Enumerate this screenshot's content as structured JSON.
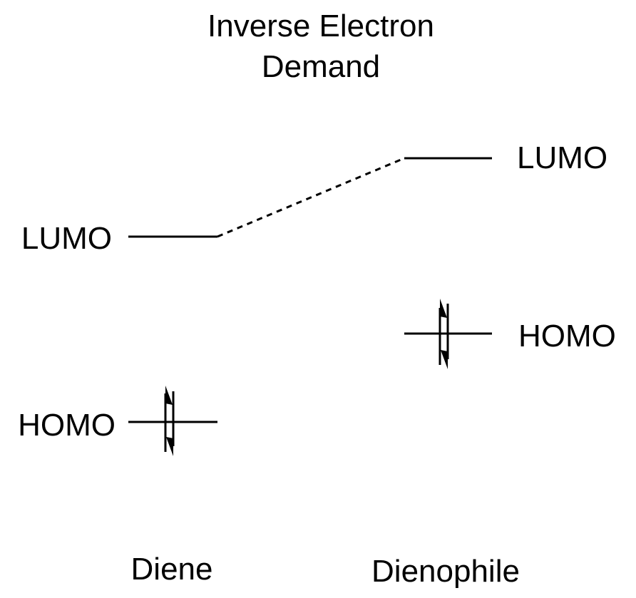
{
  "title": {
    "line1": "Inverse Electron",
    "line2": "Demand"
  },
  "diene": {
    "name": "Diene",
    "lumo_label": "LUMO",
    "homo_label": "HOMO"
  },
  "dienophile": {
    "name": "Dienophile",
    "lumo_label": "LUMO",
    "homo_label": "HOMO"
  },
  "colors": {
    "line": "#000000",
    "background": "#ffffff"
  }
}
